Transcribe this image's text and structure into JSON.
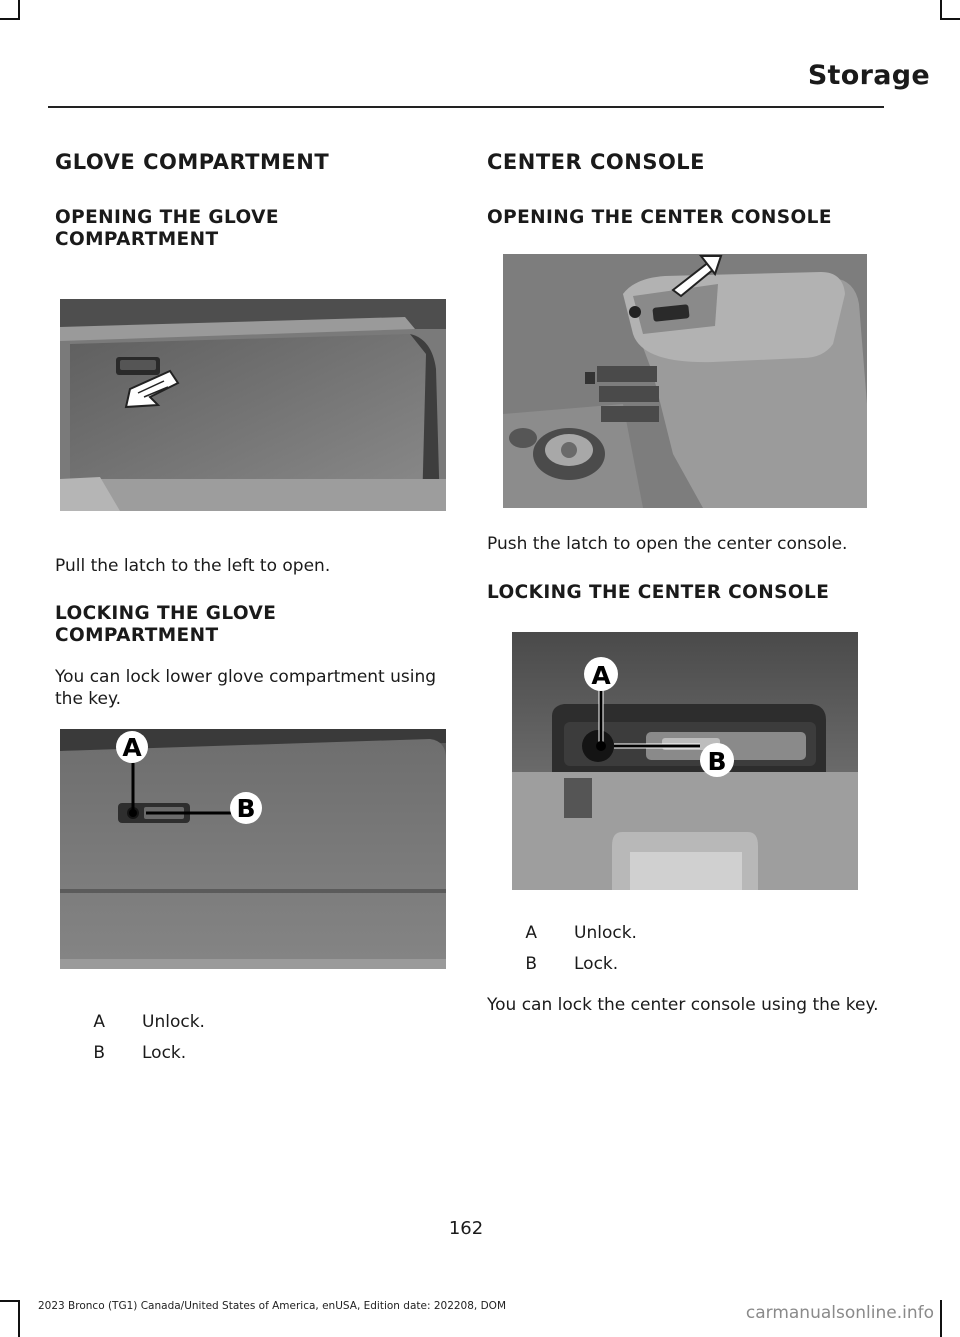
{
  "header": {
    "title": "Storage"
  },
  "left": {
    "section_title": "GLOVE COMPARTMENT",
    "opening_heading": "OPENING THE GLOVE COMPARTMENT",
    "opening_text": "Pull the latch to the left to open.",
    "locking_heading": "LOCKING THE GLOVE COMPARTMENT",
    "locking_text": "You can lock lower glove compartment using the key.",
    "figure_callouts": [
      "A",
      "B"
    ],
    "legend": [
      {
        "key": "A",
        "desc": "Unlock."
      },
      {
        "key": "B",
        "desc": "Lock."
      }
    ]
  },
  "right": {
    "section_title": "CENTER CONSOLE",
    "opening_heading": "OPENING THE CENTER CONSOLE",
    "opening_text": "Push the latch to open the center console.",
    "locking_heading": "LOCKING THE CENTER CONSOLE",
    "figure_callouts": [
      "A",
      "B"
    ],
    "legend": [
      {
        "key": "A",
        "desc": "Unlock."
      },
      {
        "key": "B",
        "desc": "Lock."
      }
    ],
    "closing_text": "You can lock the center console using the key."
  },
  "footer": {
    "page_number": "162",
    "edition": "2023 Bronco (TG1) Canada/United States of America, enUSA, Edition date: 202208, DOM",
    "watermark": "carmanualsonline.info"
  }
}
